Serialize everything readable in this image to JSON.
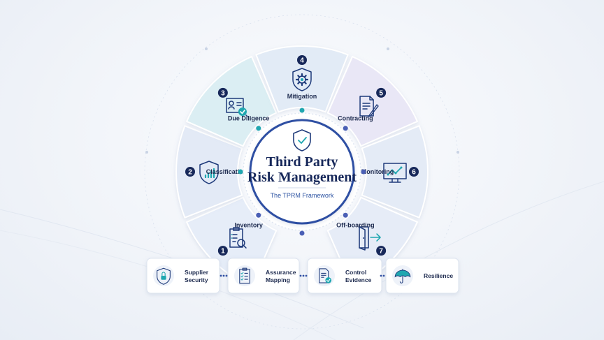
{
  "center": {
    "title_line1": "Third Party",
    "title_line2": "Risk Management",
    "subtitle": "The TPRM Framework"
  },
  "stages": [
    {
      "number": "1",
      "label": "Inventory",
      "icon": "clipboard-search-icon"
    },
    {
      "number": "2",
      "label": "Classification",
      "icon": "shield-bars-icon"
    },
    {
      "number": "3",
      "label": "Due Diligence",
      "icon": "id-card-check-icon"
    },
    {
      "number": "4",
      "label": "Mitigation",
      "icon": "shield-gear-icon"
    },
    {
      "number": "5",
      "label": "Contracting",
      "icon": "document-pen-icon"
    },
    {
      "number": "6",
      "label": "Monitoring",
      "icon": "monitor-chart-icon"
    },
    {
      "number": "7",
      "label": "Off-boarding",
      "icon": "door-exit-icon"
    }
  ],
  "capabilities": [
    {
      "line1": "Supplier",
      "line2": "Security",
      "icon": "shield-lock-icon"
    },
    {
      "line1": "Assurance",
      "line2": "Mapping",
      "icon": "checklist-icon"
    },
    {
      "line1": "Control",
      "line2": "Evidence",
      "icon": "document-check-icon"
    },
    {
      "line1": "Resilience",
      "line2": "",
      "icon": "umbrella-icon"
    }
  ],
  "colors": {
    "navy": "#17285a",
    "teal": "#1fa7b0",
    "blue_dot": "#4a5fb5",
    "seg_blue": "#e4ebf6",
    "seg_teal": "#dcedf3",
    "seg_lavender": "#e9e7f6"
  }
}
